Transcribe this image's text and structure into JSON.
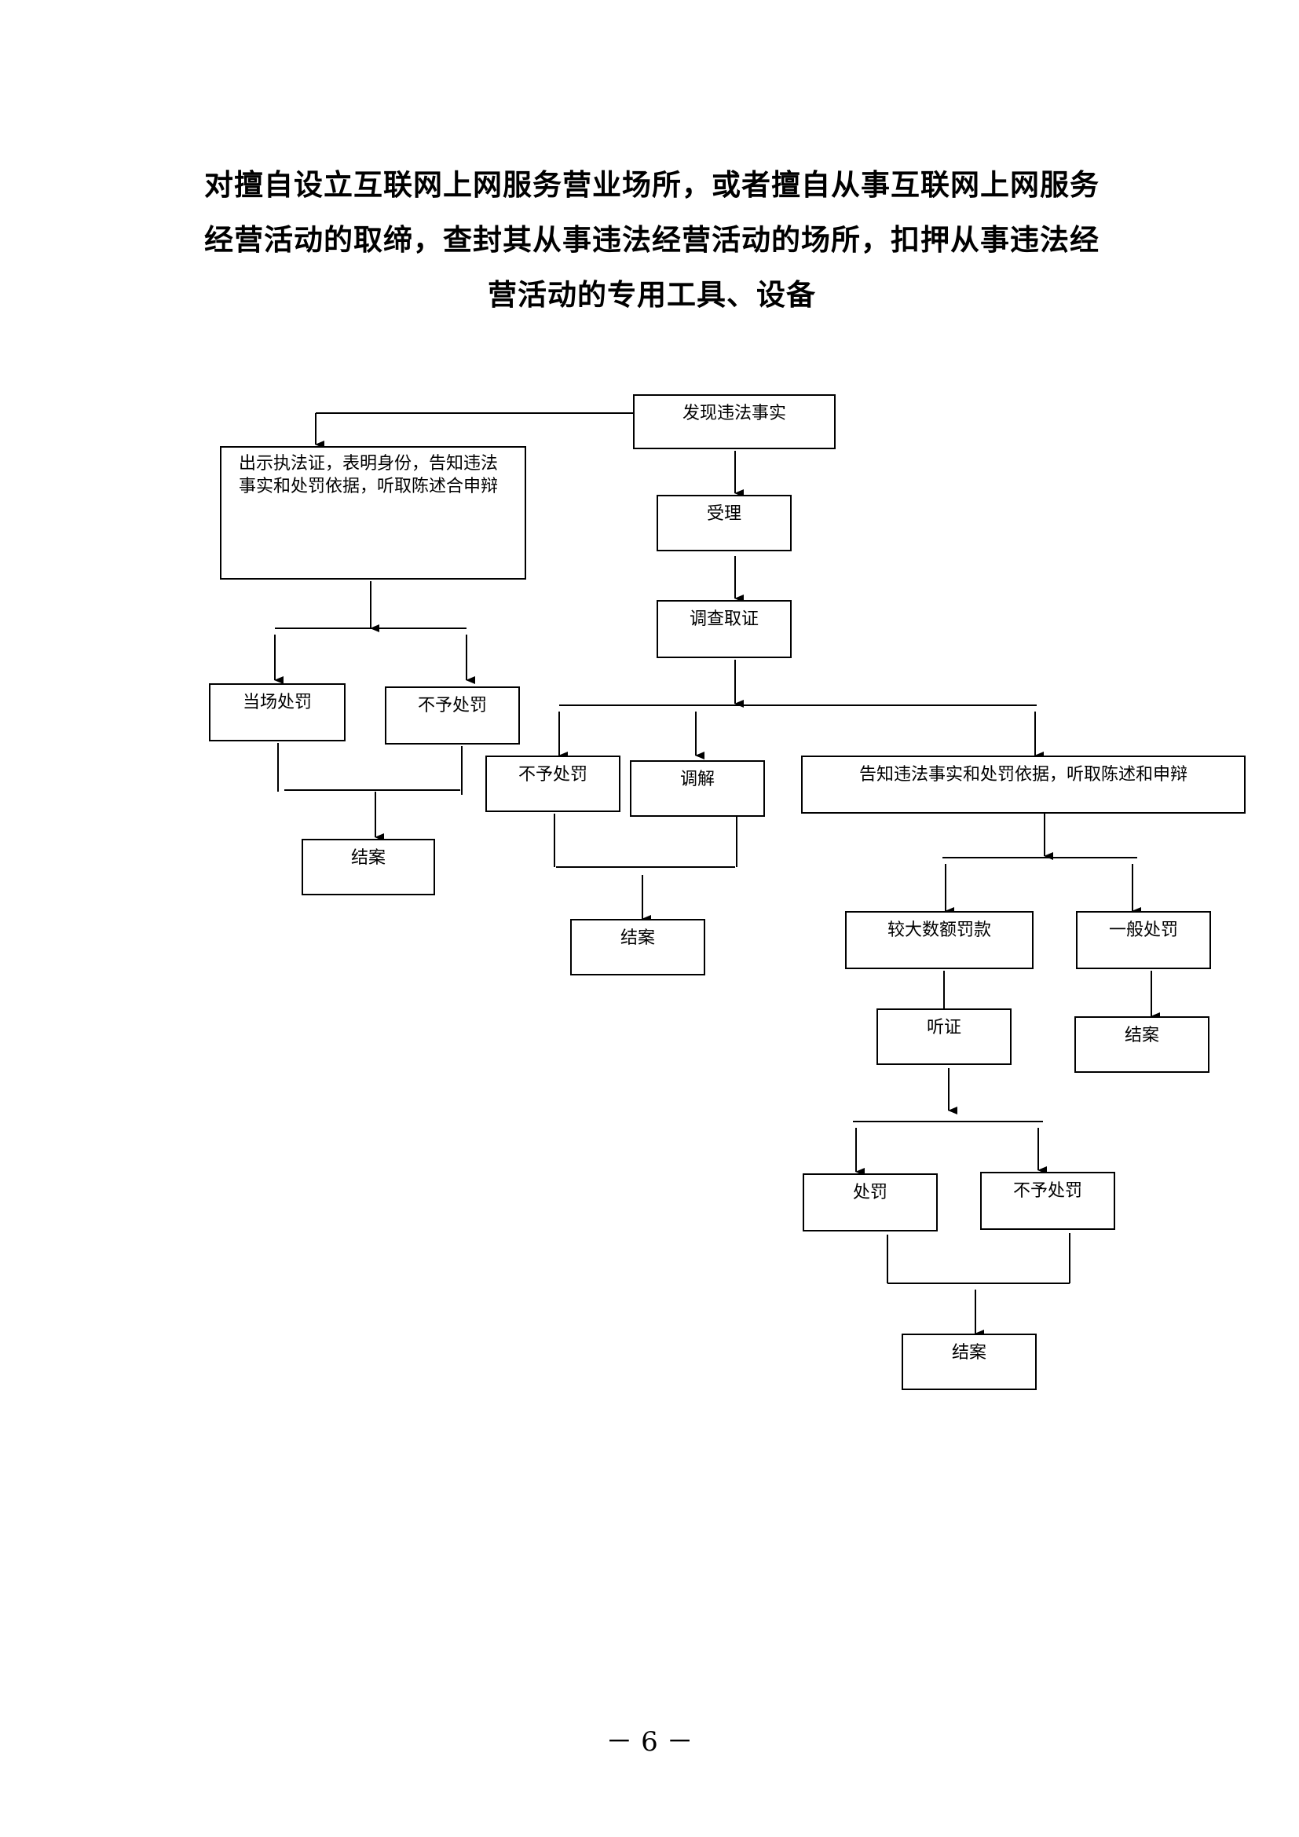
{
  "title": {
    "line1": "对擅自设立互联网上网服务营业场所，或者擅自从事互联网上网服务",
    "line2": "经营活动的取缔，查封其从事违法经营活动的场所，扣押从事违法经",
    "line3": "营活动的专用工具、设备"
  },
  "flow": {
    "discover": "发现违法事实",
    "show_id": "出示执法证，表明身份，告知违法事实和处罚依据，听取陈述合申辩",
    "on_site_penalty": "当场处罚",
    "no_penalty_left": "不予处罚",
    "close_left": "结案",
    "accept": "受理",
    "investigate": "调查取证",
    "no_penalty_mid": "不予处罚",
    "mediate": "调解",
    "close_mid": "结案",
    "notify": "告知违法事实和处罚依据，听取陈述和申辩",
    "large_fine": "较大数额罚款",
    "general_penalty": "一般处罚",
    "hearing": "听证",
    "close_general": "结案",
    "penalty": "处罚",
    "no_penalty_hearing": "不予处罚",
    "close_final": "结案"
  },
  "page_number": "－ 6 －"
}
